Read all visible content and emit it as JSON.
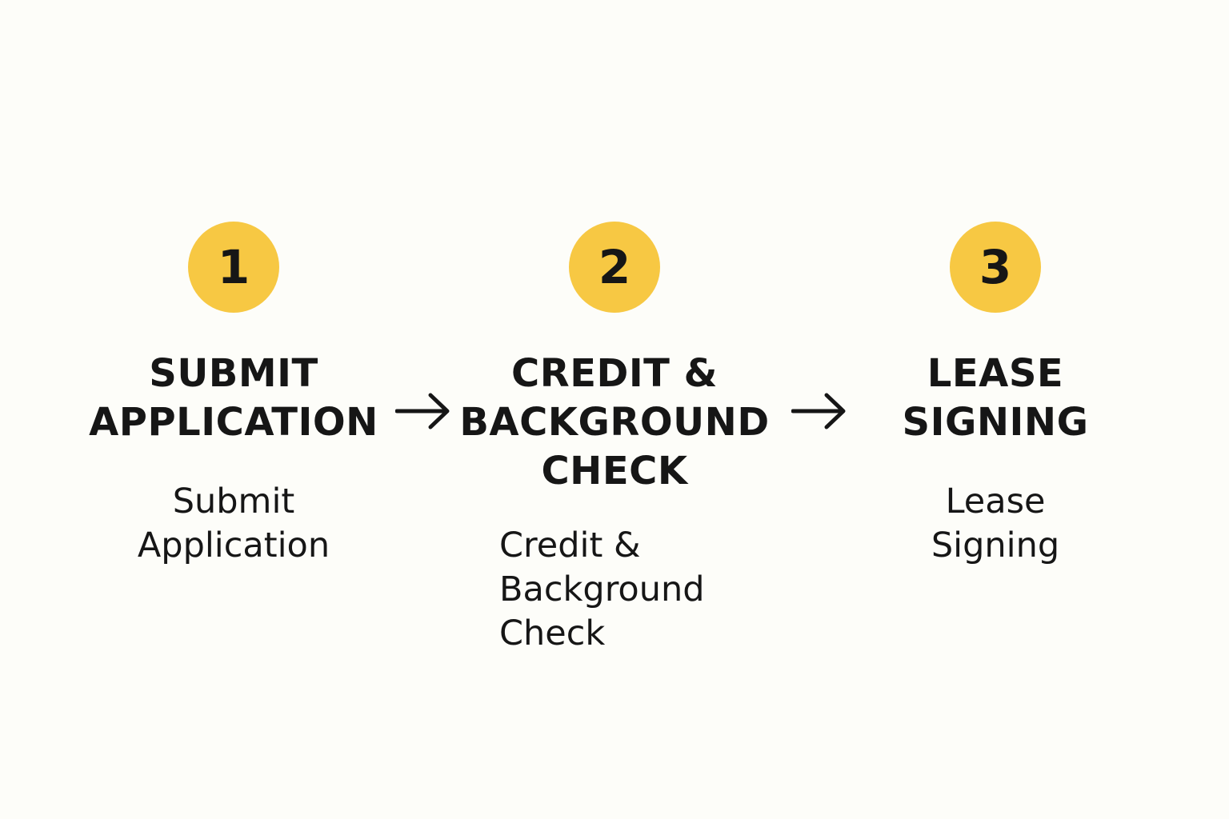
{
  "steps": [
    {
      "number": "1",
      "title": "SUBMIT\nAPPLICATION",
      "description": "Submit\nApplication"
    },
    {
      "number": "2",
      "title": "CREDIT &\nBACKGROUND\nCHECK",
      "description": "Credit &\nBackground\nCheck"
    },
    {
      "number": "3",
      "title": "LEASE\nSIGNING",
      "description": "Lease\nSigning"
    }
  ],
  "arrows": [
    "arrow-right-icon",
    "arrow-right-icon"
  ],
  "colors": {
    "background": "#fdfdf9",
    "badge": "#f7c843",
    "text": "#161616"
  }
}
